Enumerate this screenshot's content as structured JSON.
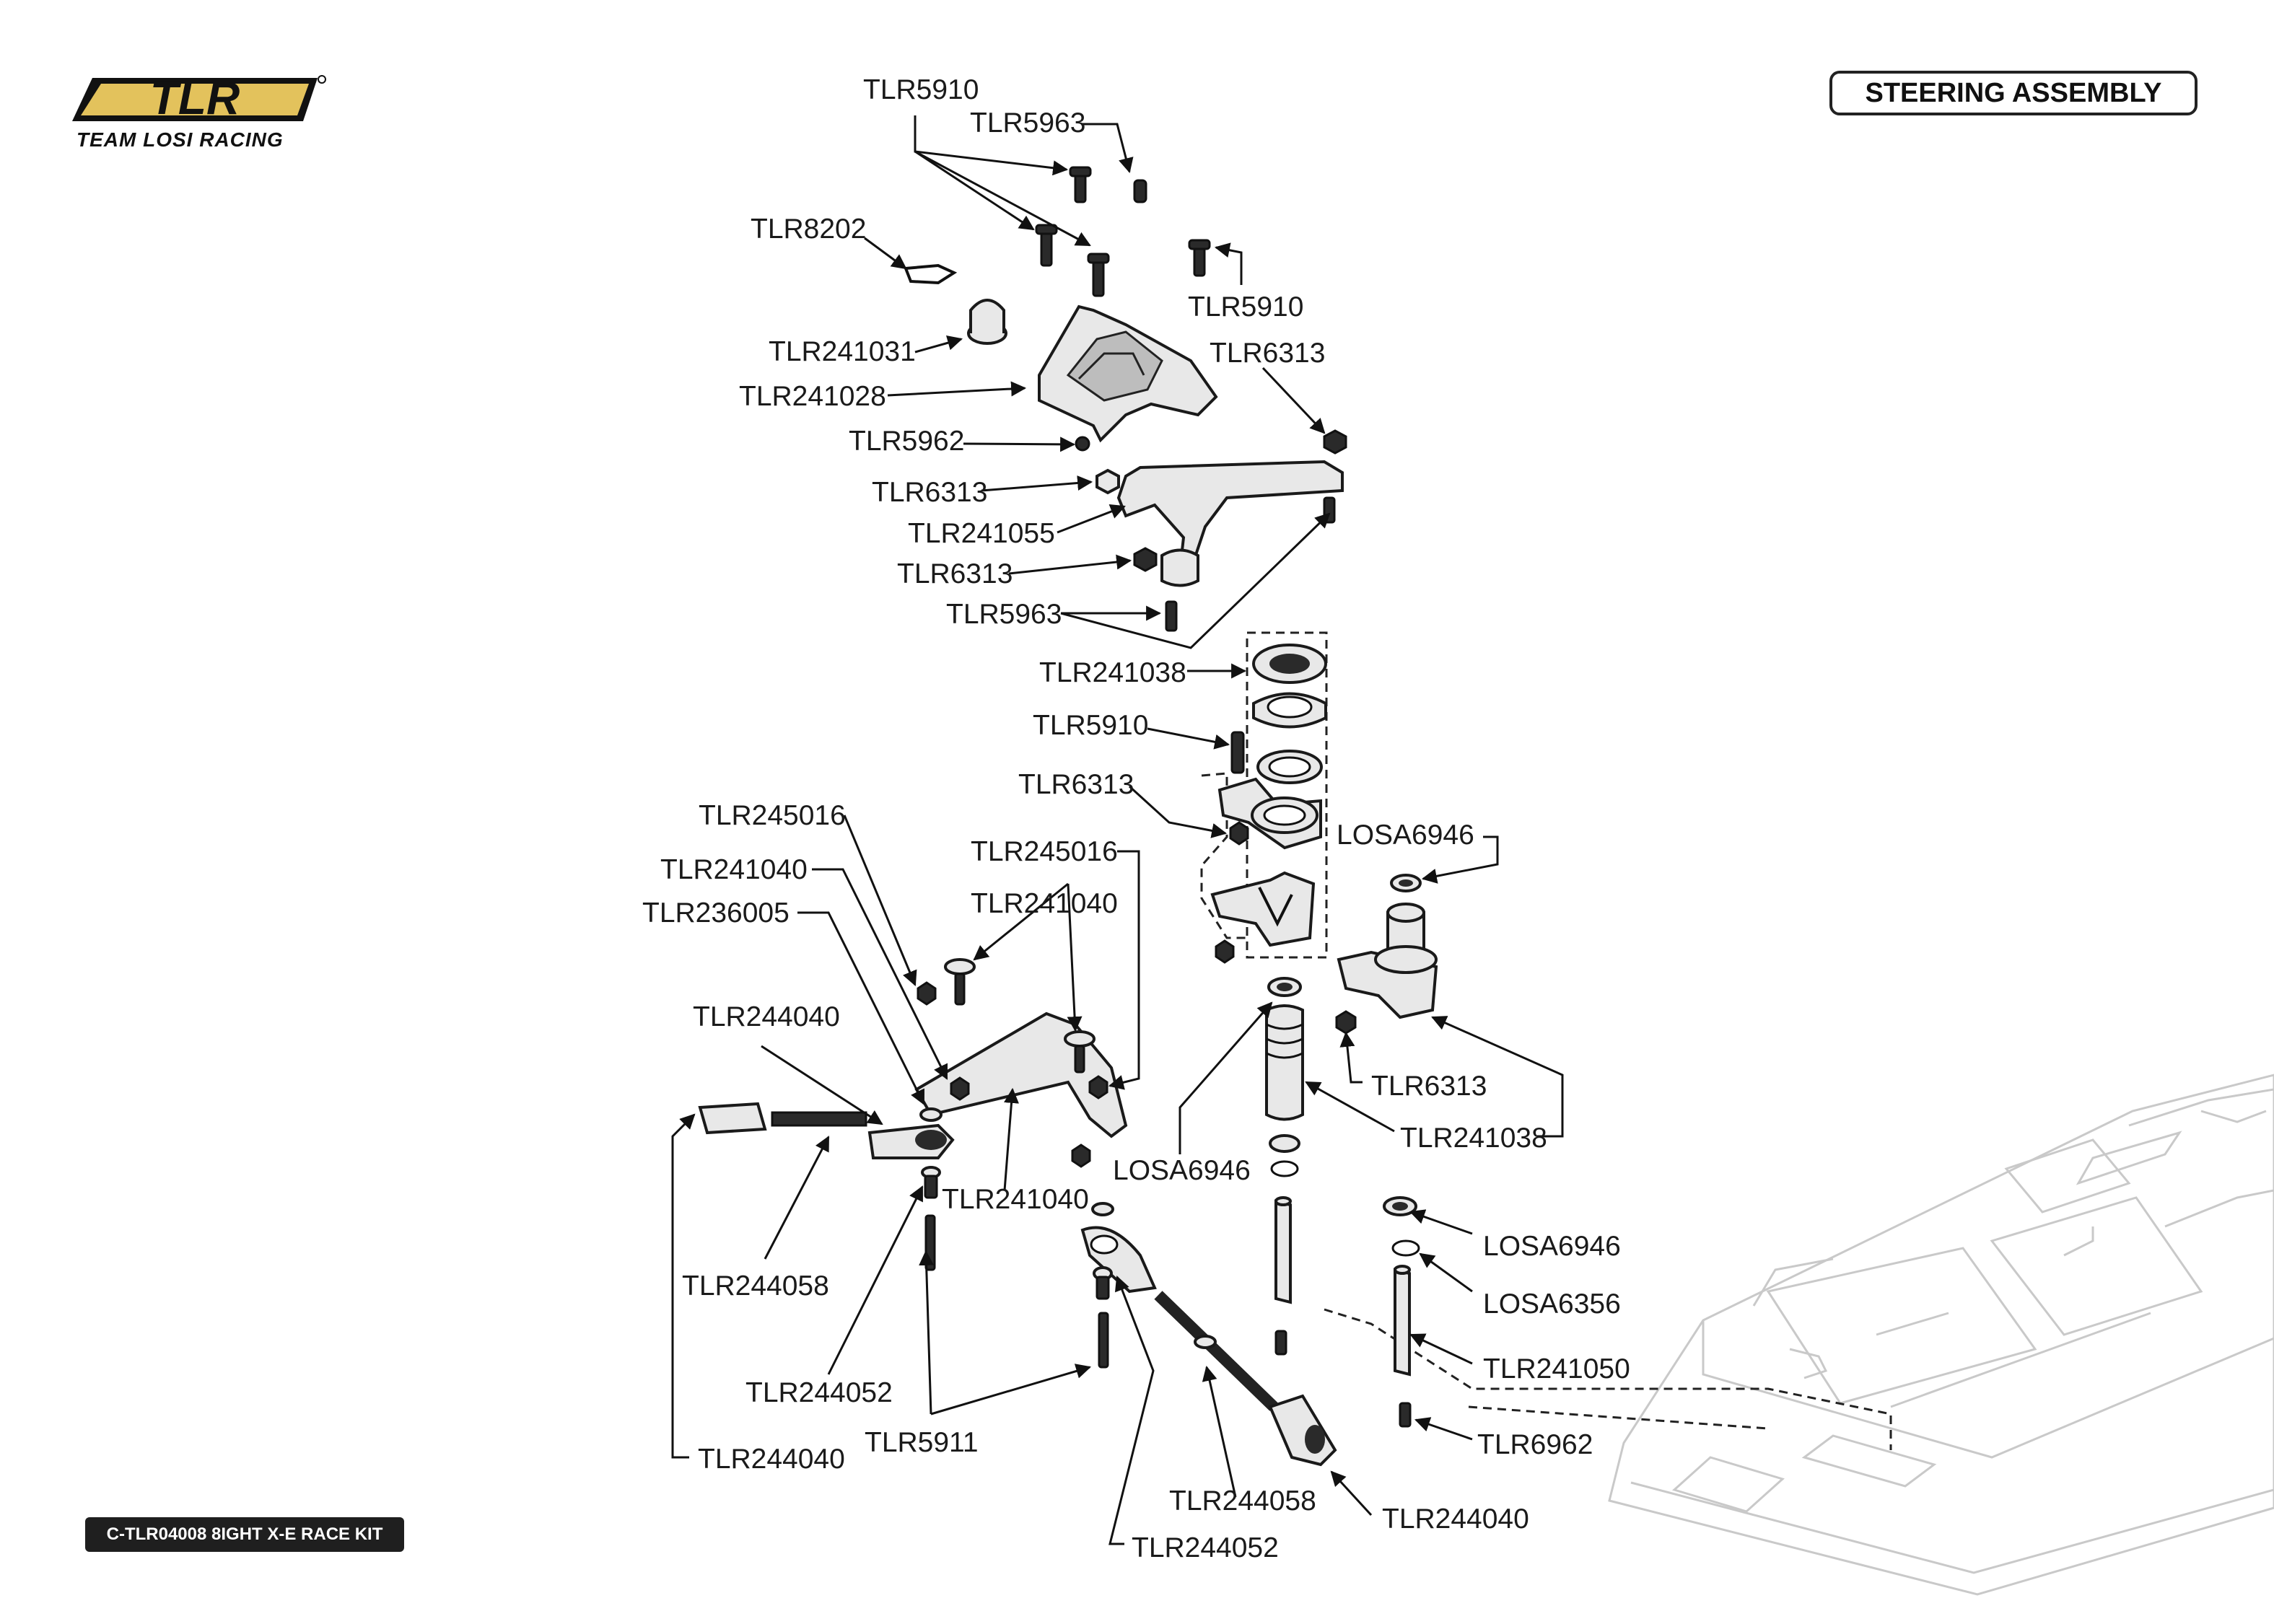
{
  "brand": {
    "logo_text": "TLR",
    "logo_subtext": "TEAM LOSI RACING"
  },
  "header": {
    "title": "STEERING ASSEMBLY"
  },
  "footer": {
    "kit_label": "C-TLR04008 8IGHT X-E RACE KIT"
  },
  "callouts": [
    "TLR5910",
    "TLR5963",
    "TLR8202",
    "TLR5910",
    "TLR241031",
    "TLR6313",
    "TLR241028",
    "TLR5962",
    "TLR6313",
    "TLR241055",
    "TLR6313",
    "TLR5963",
    "TLR241038",
    "TLR5910",
    "TLR6313",
    "TLR245016",
    "LOSA6946",
    "TLR241040",
    "TLR245016",
    "TLR236005",
    "TLR241040",
    "TLR244040",
    "TLR6313",
    "LOSA6946",
    "TLR241038",
    "TLR241040",
    "LOSA6946",
    "LOSA6356",
    "TLR244058",
    "TLR241050",
    "TLR244052",
    "TLR6962",
    "TLR5911",
    "TLR244040",
    "TLR244058",
    "TLR244040",
    "TLR244052"
  ]
}
